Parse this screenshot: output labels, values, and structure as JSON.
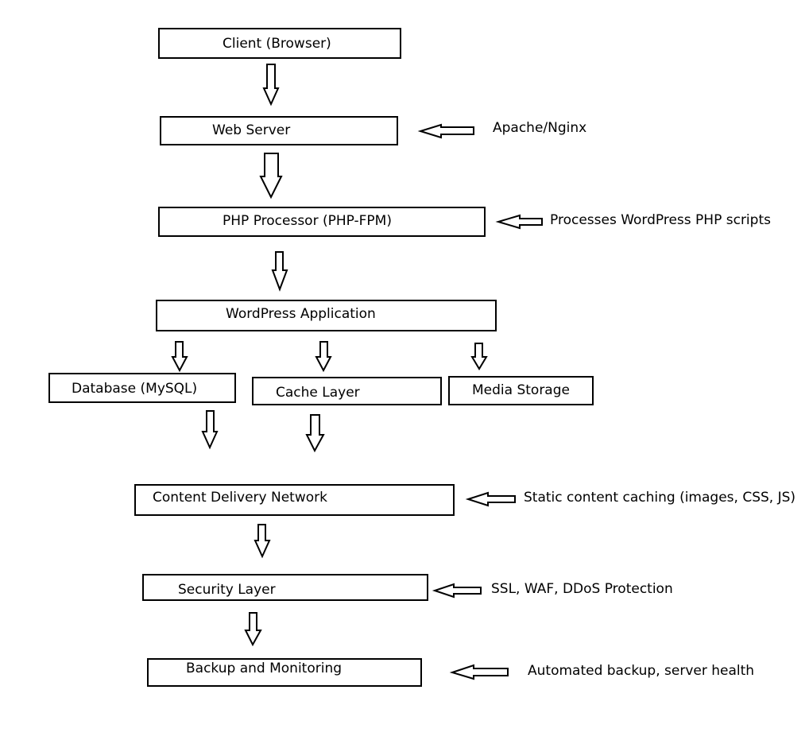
{
  "diagram": {
    "nodes": {
      "client": "Client (Browser)",
      "web_server": "Web Server",
      "php_processor": "PHP Processor (PHP-FPM)",
      "wordpress_app": "WordPress Application",
      "database": "Database (MySQL)",
      "cache": "Cache Layer",
      "media": "Media Storage",
      "cdn": "Content Delivery Network",
      "security": "Security Layer",
      "backup": "Backup and Monitoring"
    },
    "notes": {
      "web_server": "Apache/Nginx",
      "php_processor": "Processes WordPress PHP scripts",
      "cdn": "Static content caching (images, CSS, JS)",
      "security": "SSL, WAF, DDoS Protection",
      "backup": "Automated backup, server health"
    },
    "edges": [
      [
        "client",
        "web_server"
      ],
      [
        "web_server",
        "php_processor"
      ],
      [
        "php_processor",
        "wordpress_app"
      ],
      [
        "wordpress_app",
        "database"
      ],
      [
        "wordpress_app",
        "cache"
      ],
      [
        "wordpress_app",
        "media"
      ],
      [
        "database",
        "cdn"
      ],
      [
        "cache",
        "cdn"
      ],
      [
        "cdn",
        "security"
      ],
      [
        "security",
        "backup"
      ]
    ]
  }
}
